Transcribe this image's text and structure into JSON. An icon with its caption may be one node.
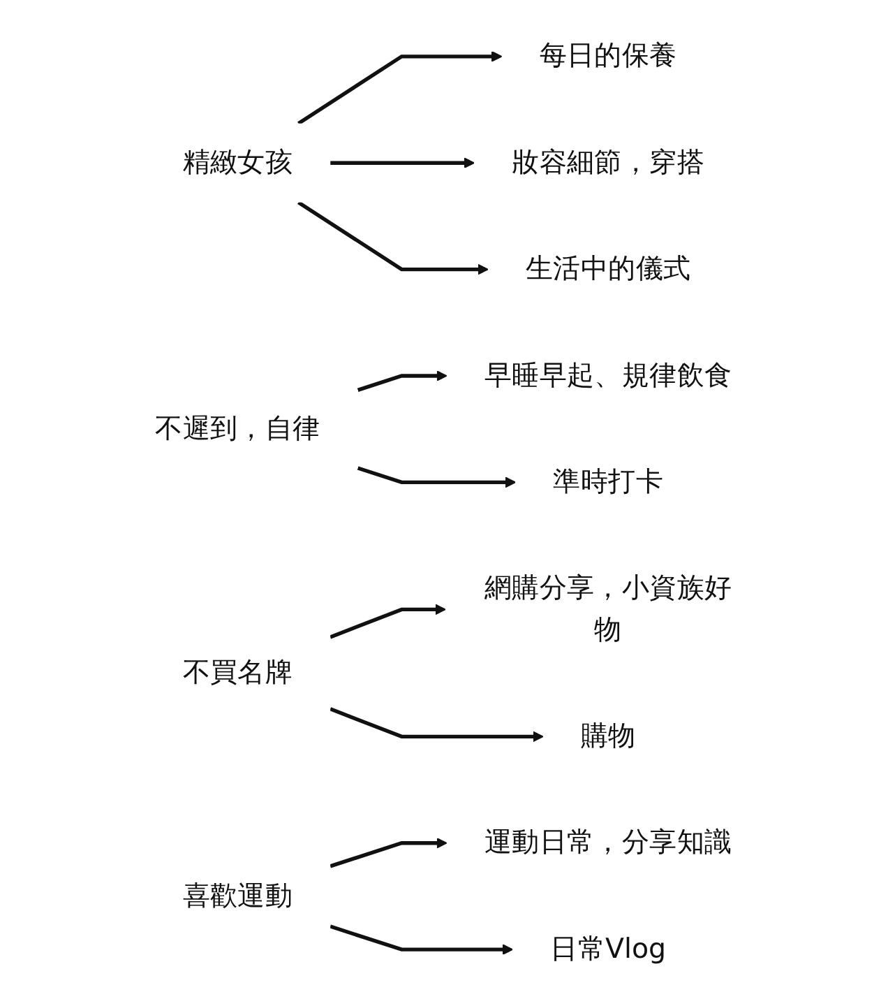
{
  "diagram": {
    "nodes": [
      {
        "text": [
          "精緻女孩"
        ]
      },
      {
        "text": [
          "每日的保養"
        ]
      },
      {
        "text": [
          "妝容細節，穿搭"
        ]
      },
      {
        "text": [
          "生活中的儀式"
        ]
      },
      {
        "text": [
          "不遲到，自律"
        ]
      },
      {
        "text": [
          "早睡早起、規律飲食"
        ]
      },
      {
        "text": [
          "準時打卡"
        ]
      },
      {
        "text": [
          "不買名牌"
        ]
      },
      {
        "text": [
          "網購分享，小資族好物"
        ]
      },
      {
        "text": [
          "購物"
        ]
      },
      {
        "text": [
          "喜歡運動"
        ]
      },
      {
        "text": [
          "運動日常，分享知識"
        ]
      },
      {
        "text": [
          "日常Vlog"
        ]
      }
    ],
    "edges": [
      {
        "from": 0,
        "to": 1,
        "arrow": "to"
      },
      {
        "from": 0,
        "to": 2,
        "arrow": "to"
      },
      {
        "from": 0,
        "to": 3,
        "arrow": "to"
      },
      {
        "from": 4,
        "to": 5,
        "arrow": "to"
      },
      {
        "from": 4,
        "to": 6,
        "arrow": "to"
      },
      {
        "from": 7,
        "to": 8,
        "arrow": "to"
      },
      {
        "from": 7,
        "to": 9,
        "arrow": "to"
      },
      {
        "from": 10,
        "to": 11,
        "arrow": "to"
      },
      {
        "from": 10,
        "to": 12,
        "arrow": "to"
      }
    ]
  }
}
